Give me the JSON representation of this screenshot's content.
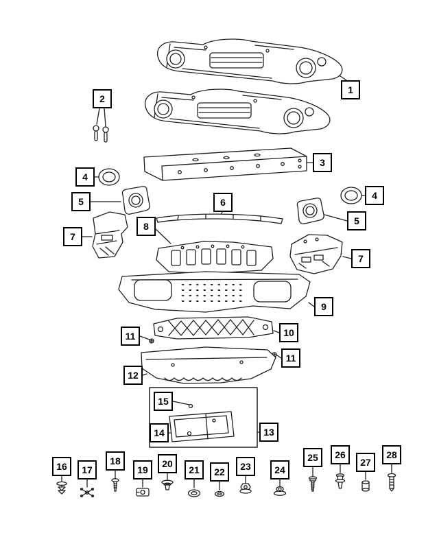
{
  "page": {
    "background": "#ffffff",
    "line_color": "#1d1d1d",
    "callout_border": "#000000"
  },
  "callouts": [
    {
      "label": "1",
      "target": "front-bumper-face-bar"
    },
    {
      "label": "2",
      "target": "pin-retainers"
    },
    {
      "label": "3",
      "target": "impact-reinforcement-bar"
    },
    {
      "label": "4",
      "target": "tow-hook-bezel-left"
    },
    {
      "label": "4",
      "target": "tow-hook-bezel-right"
    },
    {
      "label": "5",
      "target": "fog-lamp-bezel-left"
    },
    {
      "label": "5",
      "target": "fog-lamp-bezel-right"
    },
    {
      "label": "6",
      "target": "lower-trim-strip"
    },
    {
      "label": "7",
      "target": "bumper-end-cap-left"
    },
    {
      "label": "7",
      "target": "bumper-end-cap-right"
    },
    {
      "label": "8",
      "target": "center-closeout-panel"
    },
    {
      "label": "9",
      "target": "lower-valance-panel"
    },
    {
      "label": "10",
      "target": "support-bracket"
    },
    {
      "label": "11",
      "target": "mounting-screw-left"
    },
    {
      "label": "11",
      "target": "mounting-screw-right"
    },
    {
      "label": "12",
      "target": "skid-plate"
    },
    {
      "label": "13",
      "target": "license-plate-bracket-kit"
    },
    {
      "label": "14",
      "target": "kit-screw-lower"
    },
    {
      "label": "15",
      "target": "kit-screw-upper"
    },
    {
      "label": "16",
      "target": "push-pin-clip"
    },
    {
      "label": "17",
      "target": "spring-clip"
    },
    {
      "label": "18",
      "target": "screw"
    },
    {
      "label": "19",
      "target": "u-nut-clip"
    },
    {
      "label": "20",
      "target": "push-rivet"
    },
    {
      "label": "21",
      "target": "grommet"
    },
    {
      "label": "22",
      "target": "washer"
    },
    {
      "label": "23",
      "target": "nut"
    },
    {
      "label": "24",
      "target": "flange-nut"
    },
    {
      "label": "25",
      "target": "long-screw"
    },
    {
      "label": "26",
      "target": "two-piece-rivet"
    },
    {
      "label": "27",
      "target": "spacer-sleeve"
    },
    {
      "label": "28",
      "target": "ribbed-rivet"
    }
  ]
}
